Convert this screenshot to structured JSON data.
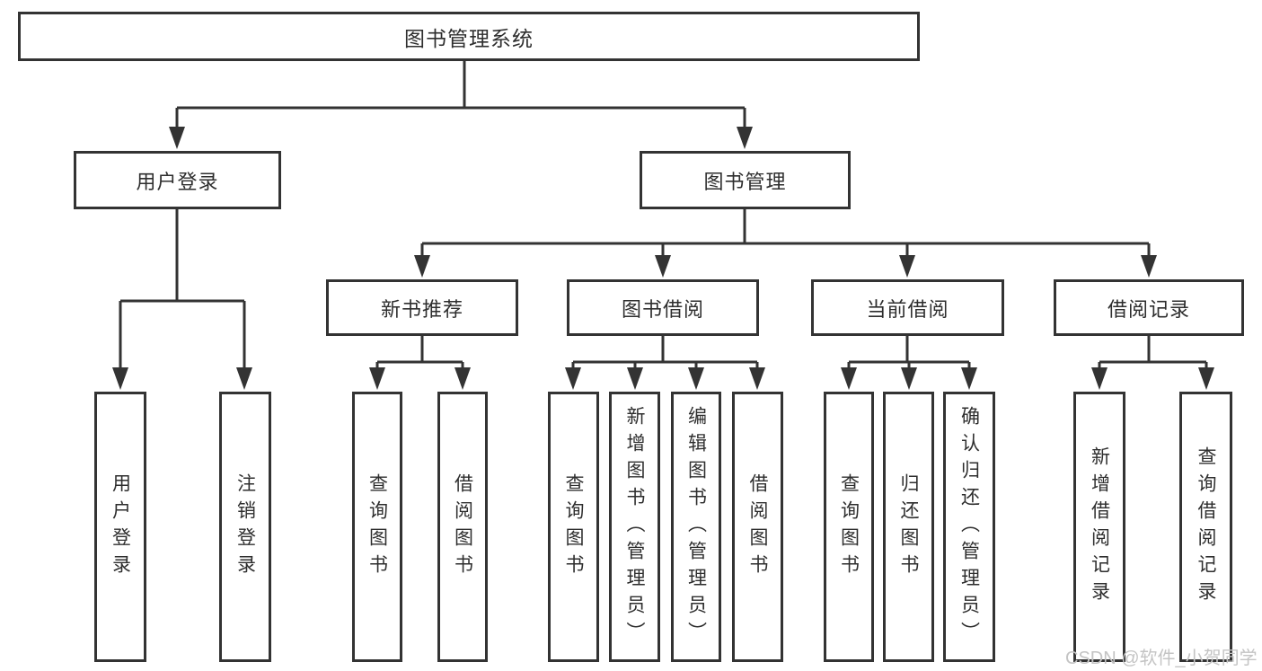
{
  "diagram": {
    "root": {
      "label": "图书管理系统"
    },
    "branches": [
      {
        "label": "用户登录",
        "children": [
          {
            "label": "用户登录"
          },
          {
            "label": "注销登录"
          }
        ]
      },
      {
        "label": "图书管理",
        "children": [
          {
            "label": "新书推荐",
            "children": [
              {
                "label": "查询图书"
              },
              {
                "label": "借阅图书"
              }
            ]
          },
          {
            "label": "图书借阅",
            "children": [
              {
                "label": "查询图书"
              },
              {
                "label": "新增图书（管理员）"
              },
              {
                "label": "编辑图书（管理员）"
              },
              {
                "label": "借阅图书"
              }
            ]
          },
          {
            "label": "当前借阅",
            "children": [
              {
                "label": "查询图书"
              },
              {
                "label": "归还图书"
              },
              {
                "label": "确认归还（管理员）"
              }
            ]
          },
          {
            "label": "借阅记录",
            "children": [
              {
                "label": "新增借阅记录"
              },
              {
                "label": "查询借阅记录"
              }
            ]
          }
        ]
      }
    ],
    "line_color": "#333333"
  },
  "watermark": {
    "text": "CSDN @软件_小贺同学"
  }
}
